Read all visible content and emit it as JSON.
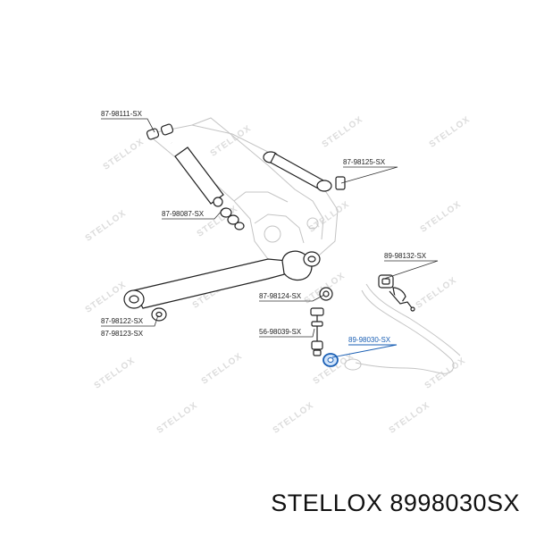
{
  "watermark": "STELLOX",
  "labels": {
    "l1": "87-98111-SX",
    "l2": "87-98125-SX",
    "l3": "87-98087-SX",
    "l4": "89-98132-SX",
    "l5": "87-98124-SX",
    "l6": "87-98122-SX",
    "l7": "87-98123-SX",
    "l8": "56-98039-SX",
    "l9": "89-98030-SX"
  },
  "footer": {
    "brand": "STELLOX",
    "part_number": "8998030SX"
  },
  "colors": {
    "highlight": "#1a5fb4",
    "highlight_fill": "#cfe3fb",
    "lines": "#222222",
    "watermark": "#dcdcdc"
  }
}
